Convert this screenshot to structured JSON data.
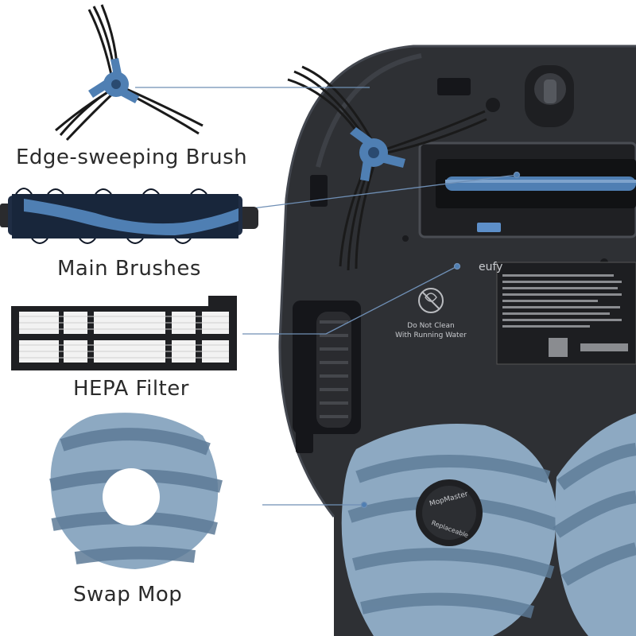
{
  "labels": {
    "edge_brush": "Edge-sweeping Brush",
    "main_brushes": "Main Brushes",
    "hepa_filter": "HEPA Filter",
    "swap_mop": "Swap Mop"
  },
  "robot": {
    "brand": "eufy",
    "warning_line1": "Do Not Clean",
    "warning_line2": "With Running Water",
    "mop_text_1": "MopMaster",
    "mop_text_2": "Replaceable"
  },
  "colors": {
    "robot_body": "#2e3034",
    "robot_dark": "#1e1f22",
    "brush_blue": "#4f7fb3",
    "mop_light": "#8da9c2",
    "mop_dark": "#5d7b97",
    "callout_line": "#6f8fb5"
  }
}
